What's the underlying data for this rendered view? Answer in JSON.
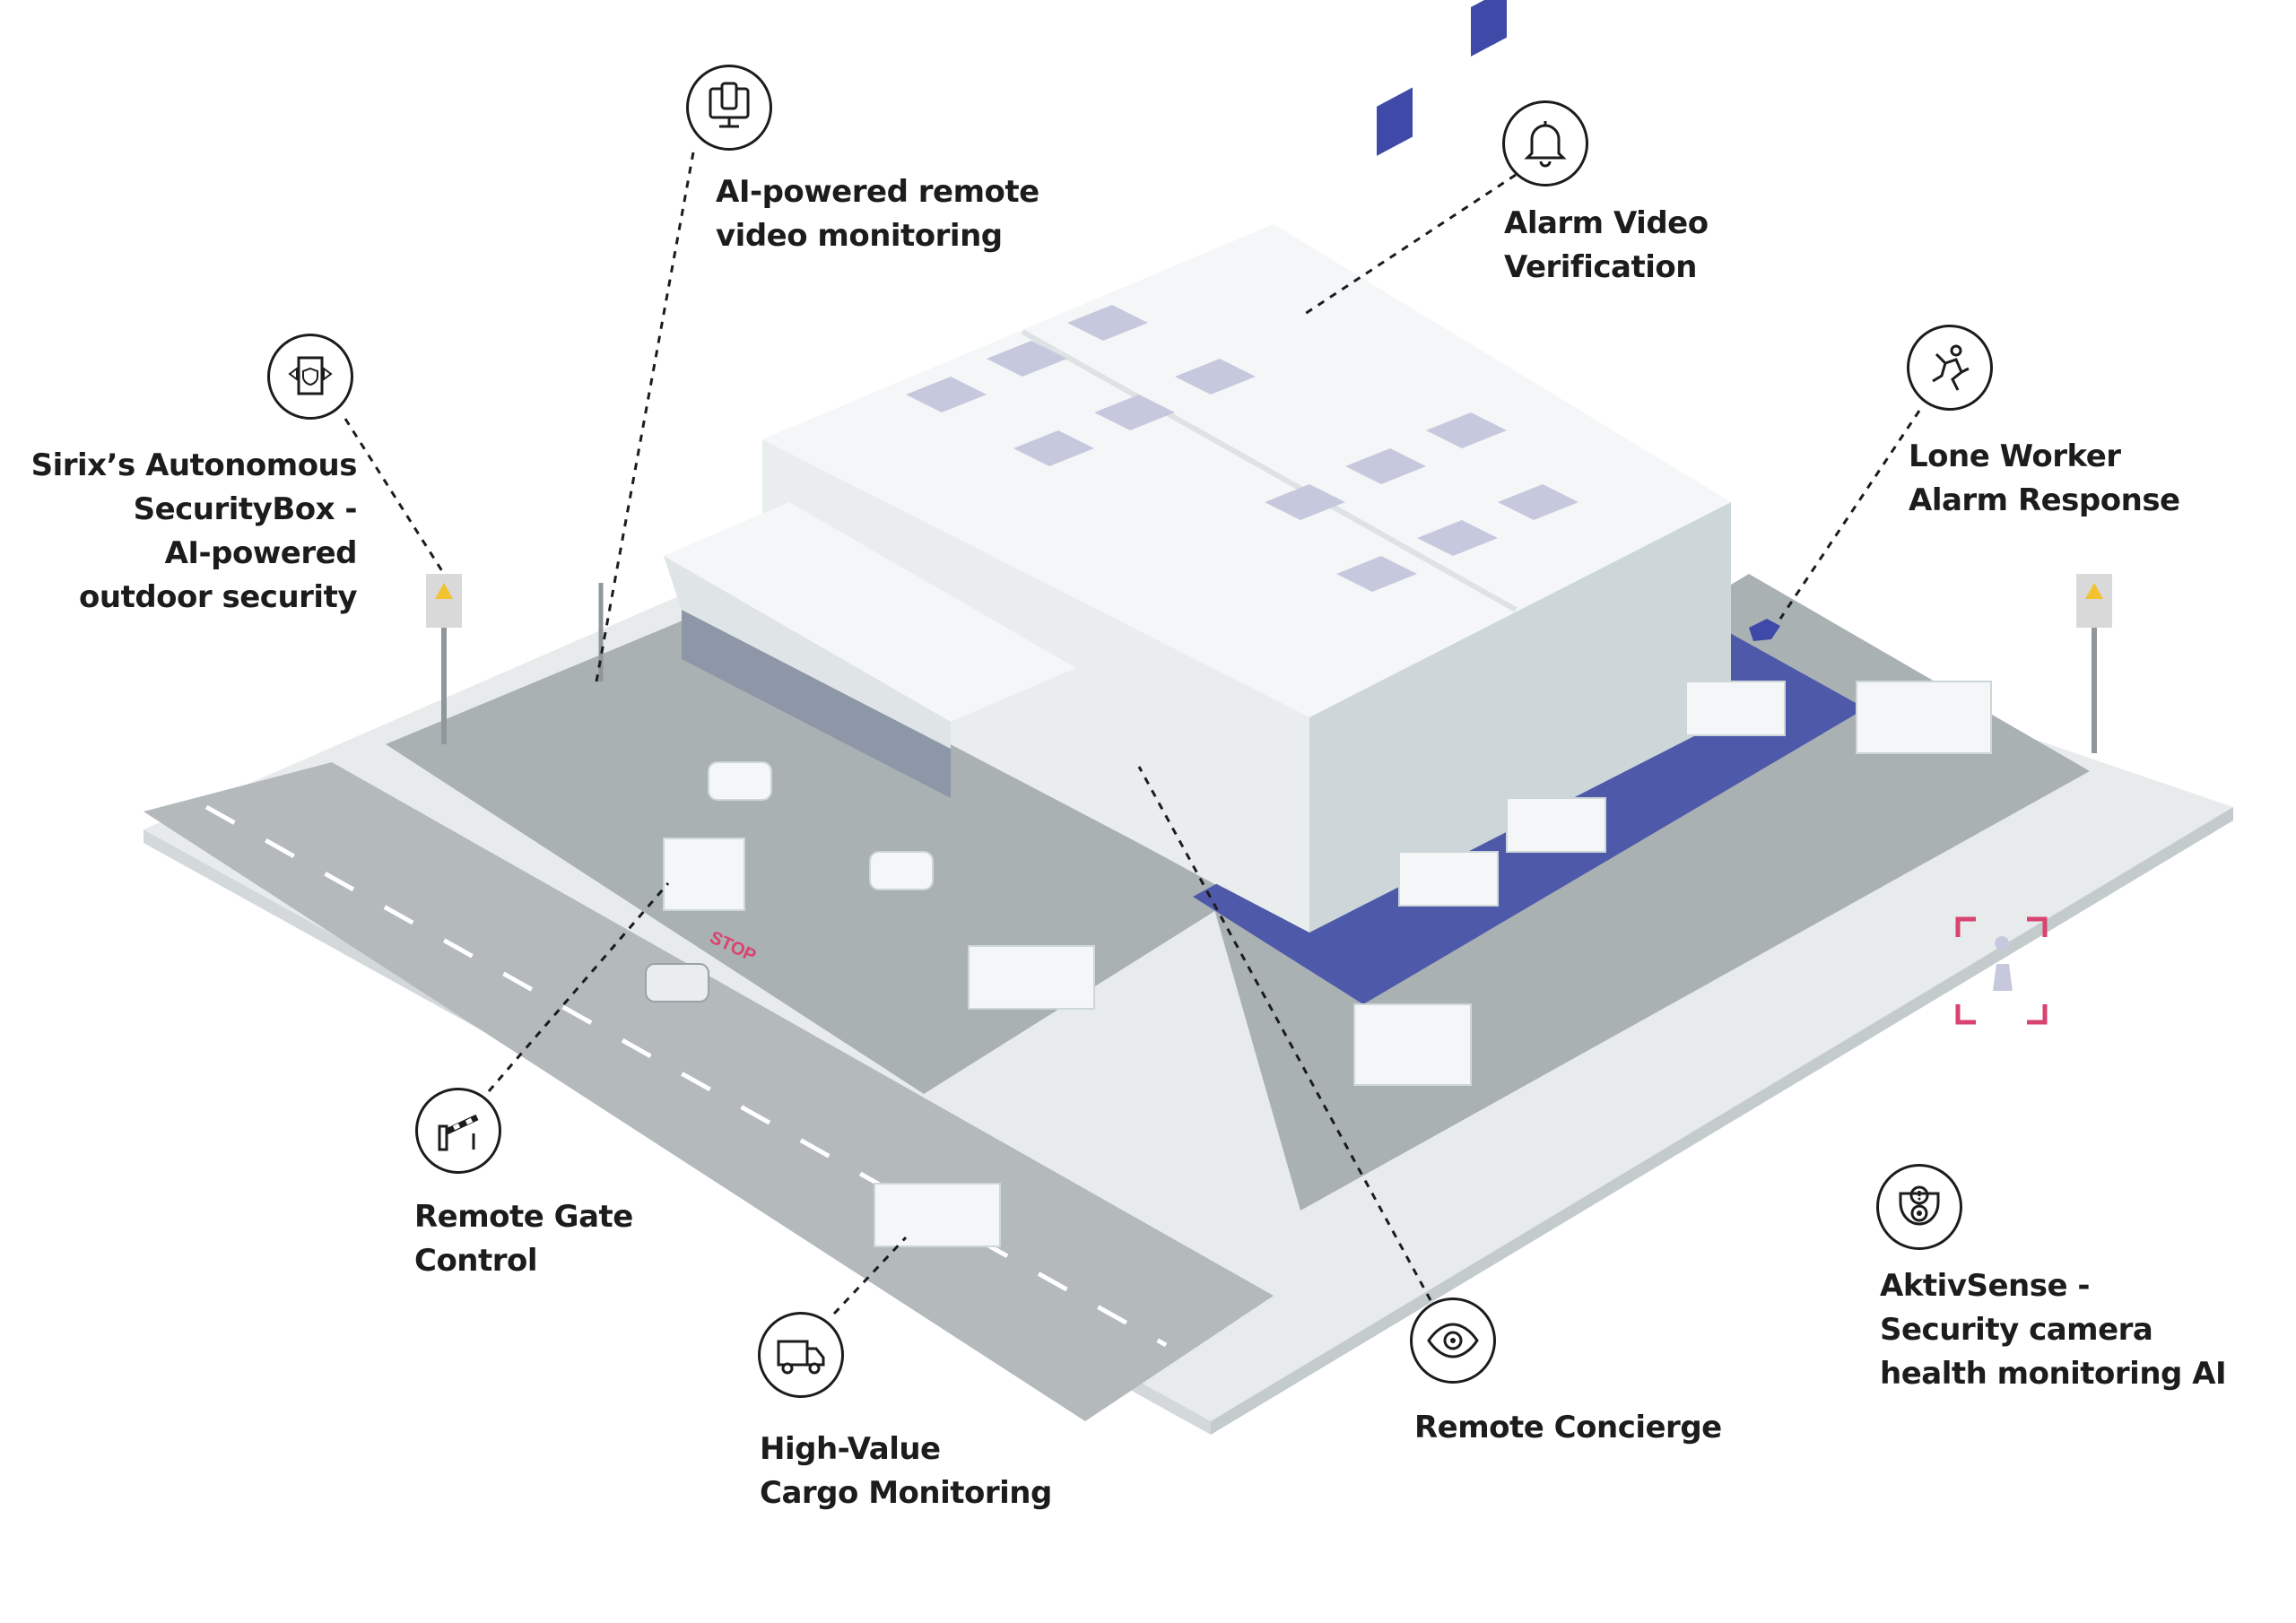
{
  "callouts": {
    "video_monitoring": {
      "lines": [
        "AI-powered remote",
        "video monitoring"
      ],
      "icon": "monitor-phone-icon"
    },
    "alarm_verification": {
      "lines": [
        "Alarm Video",
        "Verification"
      ],
      "icon": "bell-icon"
    },
    "securitybox": {
      "lines": [
        "Sirix’s Autonomous",
        "SecurityBox -",
        "AI-powered",
        "outdoor security"
      ],
      "icon": "security-box-icon"
    },
    "lone_worker": {
      "lines": [
        "Lone Worker",
        "Alarm Response"
      ],
      "icon": "falling-person-icon"
    },
    "gate_control": {
      "lines": [
        "Remote Gate",
        "Control"
      ],
      "icon": "barrier-gate-icon"
    },
    "cargo_monitoring": {
      "lines": [
        "High-Value",
        "Cargo Monitoring"
      ],
      "icon": "truck-icon"
    },
    "concierge": {
      "lines": [
        "Remote Concierge"
      ],
      "icon": "eye-icon"
    },
    "aktivsense": {
      "lines": [
        "AktivSense -",
        "Security camera",
        "health monitoring AI"
      ],
      "icon": "camera-alert-icon"
    }
  },
  "scene": {
    "gate_sign_text": "STOP",
    "colors": {
      "ground": "#e7ebec",
      "asphalt": "#a9b1b3",
      "road": "#b4babc",
      "building": "#f4f6f7",
      "building_shade": "#cdd6d8",
      "skylight": "#c6c9dd",
      "shadow": "#3f4aa8",
      "accent_pink": "#d9436f",
      "accent_yellow": "#f2c230",
      "line": "#1c1c1c"
    }
  }
}
